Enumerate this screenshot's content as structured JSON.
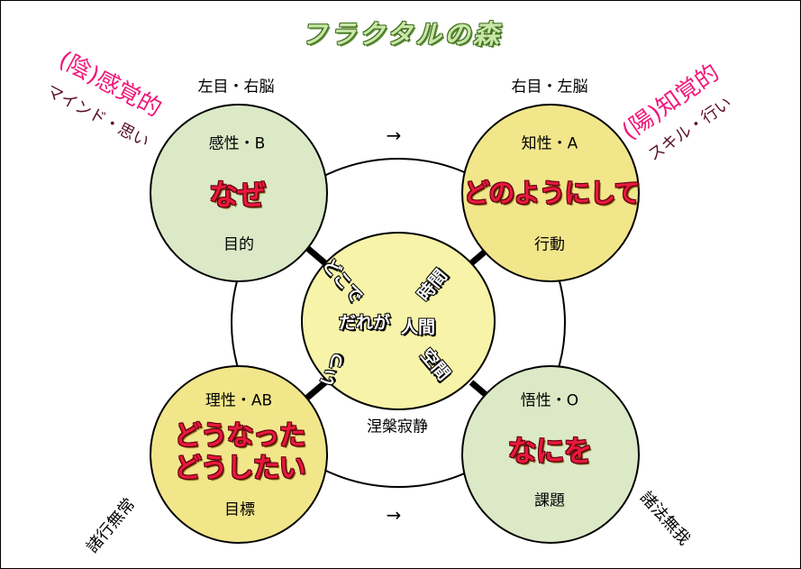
{
  "title": "フラクタルの森",
  "center": {
    "words": [
      "どこで",
      "だれが",
      "いつ",
      "時間",
      "人間",
      "空間"
    ],
    "caption": "涅槃寂静"
  },
  "top_left": {
    "header": "左目・右脳",
    "category": "感性・B",
    "keyword": "なぜ",
    "footer": "目的"
  },
  "top_right": {
    "header": "右目・左脳",
    "category": "知性・A",
    "keyword": "どのようにして",
    "footer": "行動"
  },
  "bottom_left": {
    "category": "理性・AB",
    "keyword_line1": "どうなった",
    "keyword_line2": "どうしたい",
    "footer": "目標"
  },
  "bottom_right": {
    "category": "悟性・O",
    "keyword": "なにを",
    "footer": "課題"
  },
  "side_left": {
    "main": "(陰)感覚的",
    "sub": "マインド・思い"
  },
  "side_right": {
    "main": "(陽)知覚的",
    "sub": "スキル・行い"
  },
  "corner_bottom_left": "諸行無常",
  "corner_bottom_right": "諸法無我",
  "arrows": {
    "top": "→",
    "bottom": "→"
  }
}
